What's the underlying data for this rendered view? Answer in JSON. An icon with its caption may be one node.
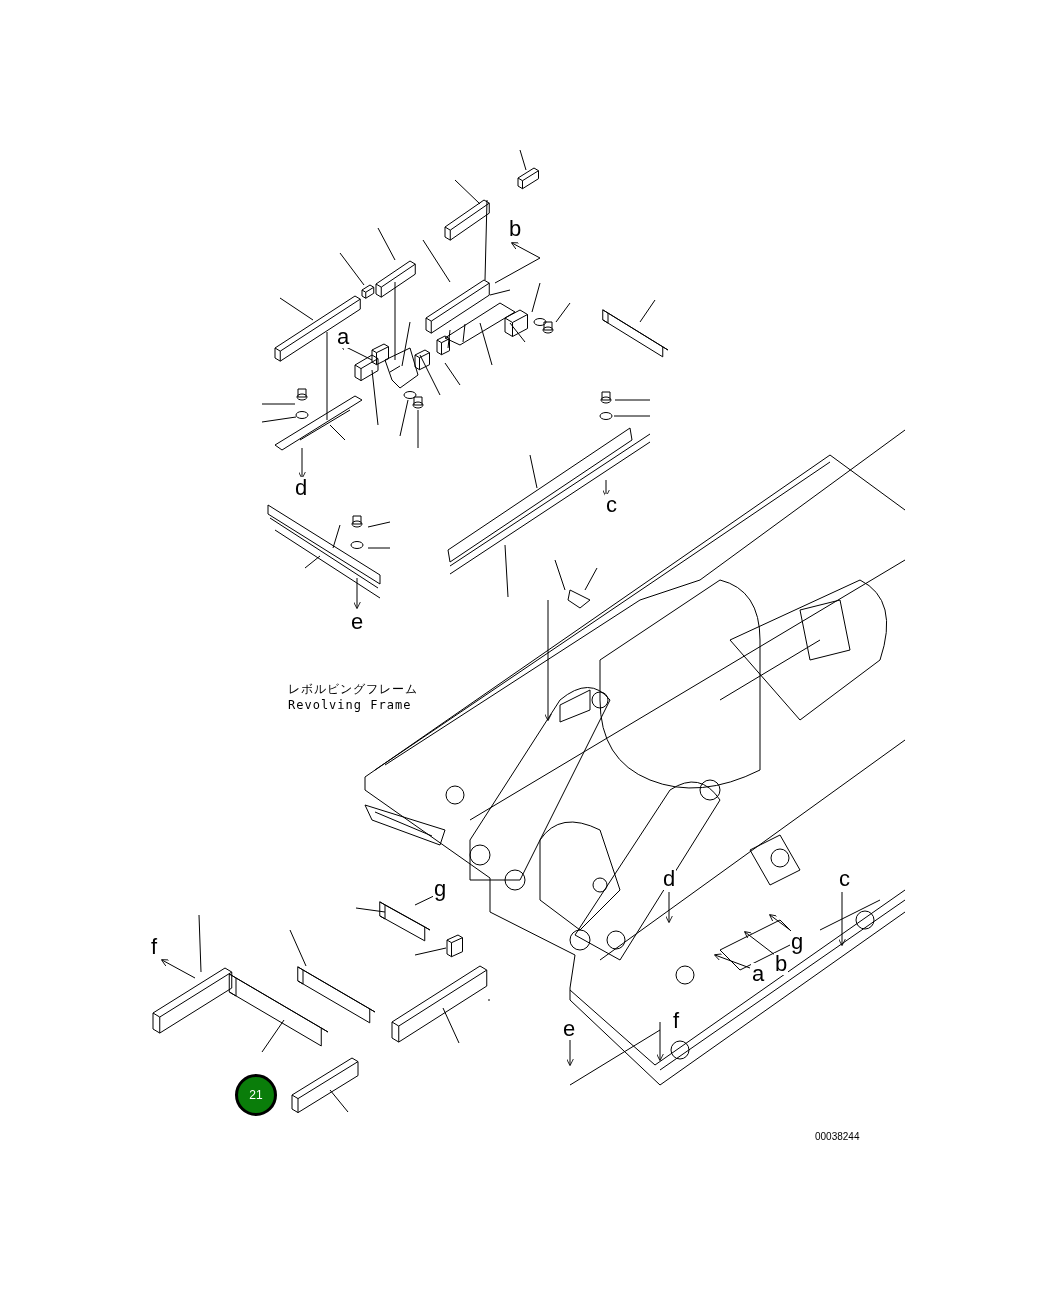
{
  "diagram": {
    "title": "レボルビングフレーム",
    "labels": [
      "b",
      "a",
      "d",
      "c",
      "e",
      "Revolving Frame",
      "d",
      "c",
      "g",
      "f",
      "g",
      "b",
      "a",
      "f",
      "e",
      "21",
      "00038244"
    ]
  }
}
